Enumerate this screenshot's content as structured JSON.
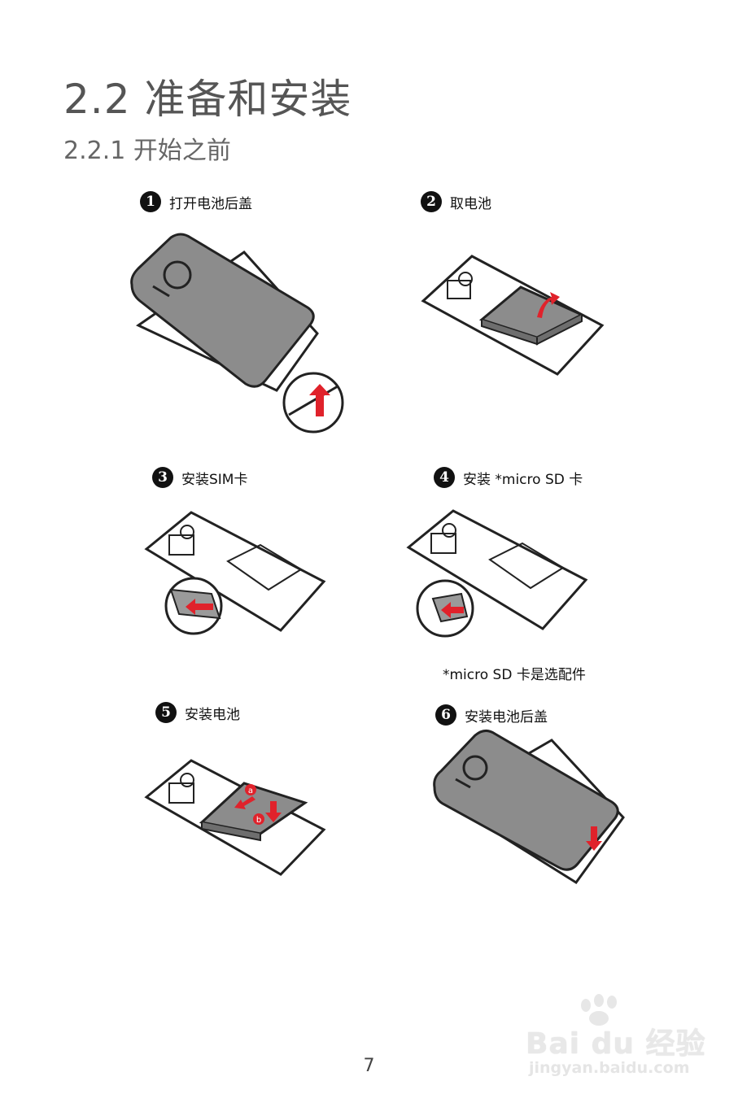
{
  "heading": {
    "section": "2.2 准备和安装",
    "subsection": "2.2.1 开始之前"
  },
  "steps": [
    {
      "number": "1",
      "label": "打开电池后盖"
    },
    {
      "number": "2",
      "label": "取电池"
    },
    {
      "number": "3",
      "label": "安装SIM卡"
    },
    {
      "number": "4",
      "label": "安装  *micro SD 卡"
    },
    {
      "number": "5",
      "label": "安装电池"
    },
    {
      "number": "6",
      "label": "安装电池后盖"
    }
  ],
  "note": "*micro SD 卡是选配件",
  "callouts": {
    "a": "a",
    "b": "b"
  },
  "page_number": "7",
  "watermark": {
    "brand": "Bai du 经验",
    "url": "jingyan.baidu.com"
  },
  "colors": {
    "arrow": "#e0222b",
    "cover": "#8c8c8c",
    "line": "#222222"
  }
}
